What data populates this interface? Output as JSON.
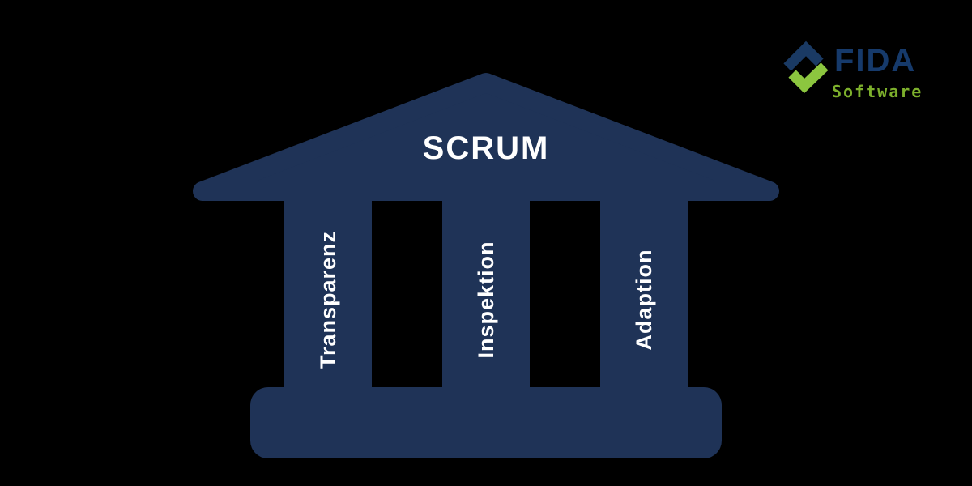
{
  "page": {
    "background": "#000000"
  },
  "temple": {
    "fill": "#1F3357",
    "title": "SCRUM",
    "title_color": "#FFFFFF",
    "pillars": [
      {
        "label": "Transparenz",
        "label_color": "#FFFFFF"
      },
      {
        "label": "Inspektion",
        "label_color": "#FFFFFF"
      },
      {
        "label": "Adaption",
        "label_color": "#FFFFFF"
      }
    ]
  },
  "logo": {
    "wordmark": "FIDA",
    "subtitle": "Software",
    "wordmark_color": "#163A6B",
    "mark_navy": "#1A3A64",
    "mark_green": "#8CC63F",
    "subtitle_color": "#7DB02C"
  }
}
